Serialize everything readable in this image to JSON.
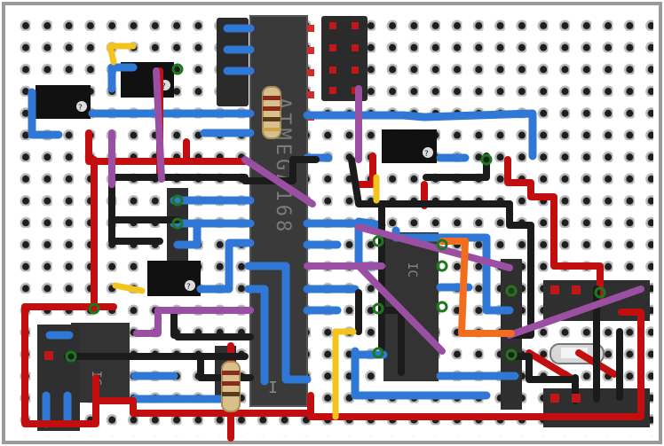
{
  "board": {
    "background": "#ffffff",
    "border_color": "#9a9a9a",
    "pad_color": "#222222"
  },
  "mcu": {
    "label": "ATMEGA168",
    "pin1_marker": "I"
  },
  "regulators": [
    {
      "id": "reg-1",
      "mark": "?"
    },
    {
      "id": "reg-2",
      "mark": "?"
    },
    {
      "id": "reg-3",
      "mark": "?"
    },
    {
      "id": "reg-4",
      "mark": "?"
    }
  ],
  "chips": [
    {
      "id": "chip-left",
      "label": "IC"
    },
    {
      "id": "chip-right",
      "label": "IC"
    }
  ],
  "wire_colors": {
    "blue": "#2f78d6",
    "red": "#c20e0e",
    "black": "#1b1b1b",
    "purple": "#9a4fa3",
    "orange": "#f26d1e",
    "yellow": "#f3c51c",
    "green": "#1c7a1c"
  },
  "icons": [
    "resistor-icon",
    "crystal-icon",
    "header-pin-icon"
  ]
}
